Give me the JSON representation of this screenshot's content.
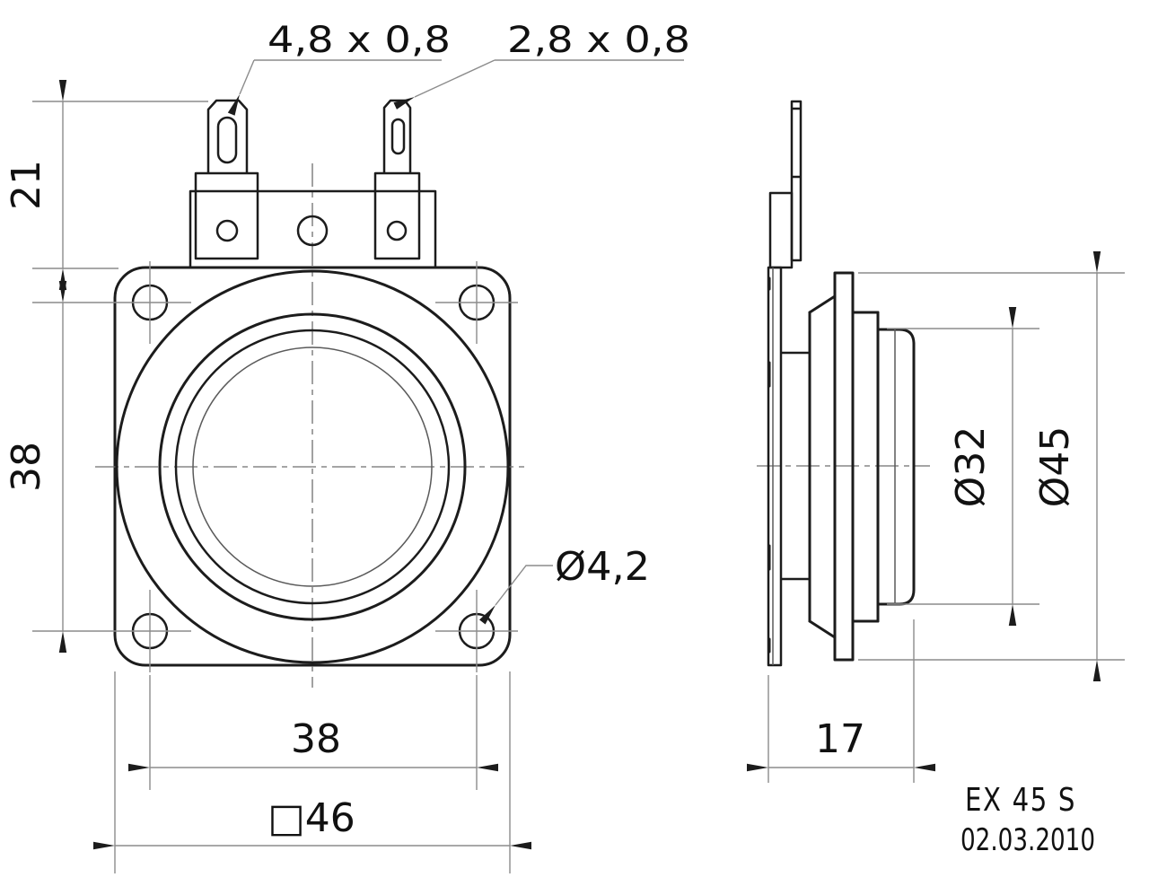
{
  "colors": {
    "background": "#ffffff",
    "object_line": "#1c1c1c",
    "dimension_line": "#8c8c8c",
    "text": "#111111"
  },
  "title_block": {
    "model": "EX 45 S",
    "date": "02.03.2010"
  },
  "dimensions": {
    "terminal_tab_large": "4,8 x 0,8",
    "terminal_tab_small": "2,8 x 0,8",
    "terminal_height": "21",
    "hole_spacing_vertical": "38",
    "hole_spacing_horizontal": "38",
    "flange_square_size": "□46",
    "mounting_hole_diameter": "Ø4,2",
    "front_cap_diameter": "Ø32",
    "driver_diameter": "Ø45",
    "mounting_depth": "17"
  }
}
